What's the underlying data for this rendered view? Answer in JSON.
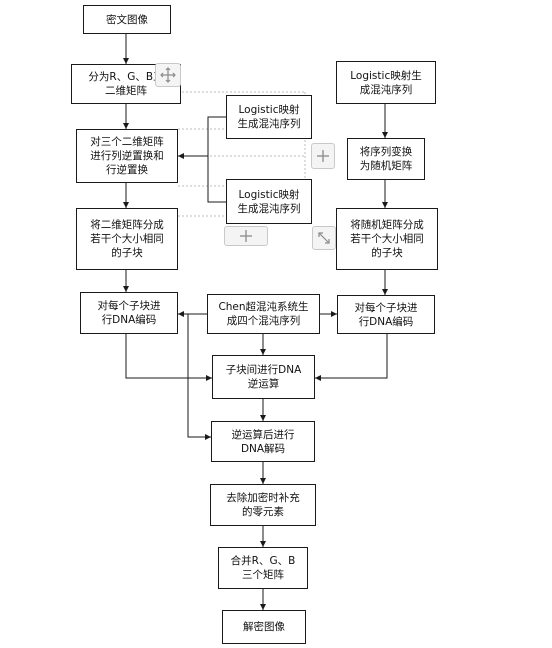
{
  "nodes": {
    "cipher_image": "密文图像",
    "split_rgb": "分为R、G、B三\n二维矩阵",
    "logistic_left_1": "Logistic映射\n生成混沌序列",
    "logistic_left_2": "Logistic映射\n生成混沌序列",
    "logistic_right": "Logistic映射生\n成混沌序列",
    "inverse_scramble": "对三个二维矩阵\n进行列逆置换和\n行逆置换",
    "to_random_matrix": "将序列变换\n为随机矩阵",
    "split_blocks_left": "将二维矩阵分成\n若干个大小相同\n的子块",
    "split_blocks_right": "将随机矩阵分成\n若干个大小相同\n的子块",
    "dna_encode_left": "对每个子块进\n行DNA编码",
    "chen_system": "Chen超混沌系统生\n成四个混沌序列",
    "dna_encode_right": "对每个子块进\n行DNA编码",
    "inverse_op": "子块间进行DNA\n逆运算",
    "dna_decode": "逆运算后进行\nDNA解码",
    "remove_zeros": "去除加密时补充\n的零元素",
    "merge_rgb": "合并R、G、B\n三个矩阵",
    "decrypted_image": "解密图像"
  },
  "colors": {
    "line": "#1a1a1a",
    "dashed": "#bdbdbd",
    "control_bg": "#f4f4f4"
  }
}
